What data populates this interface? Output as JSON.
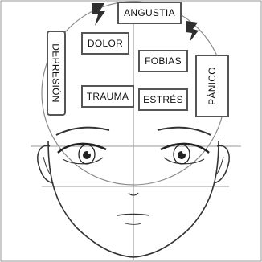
{
  "labels": {
    "angustia": "ANGUSTIA",
    "dolor": "DOLOR",
    "fobias": "FOBIAS",
    "trauma": "TRAUMA",
    "estres": "ESTRÉS",
    "depresion": "DEPRESIÓN",
    "panico": "PÁNICO"
  },
  "colors": {
    "line": "#333333",
    "guide": "#8a8a8a",
    "box_border": "#555555",
    "lightning": "#2f2f2f"
  },
  "icons": [
    "lightning-bolt-icon",
    "lightning-bolt-icon"
  ]
}
